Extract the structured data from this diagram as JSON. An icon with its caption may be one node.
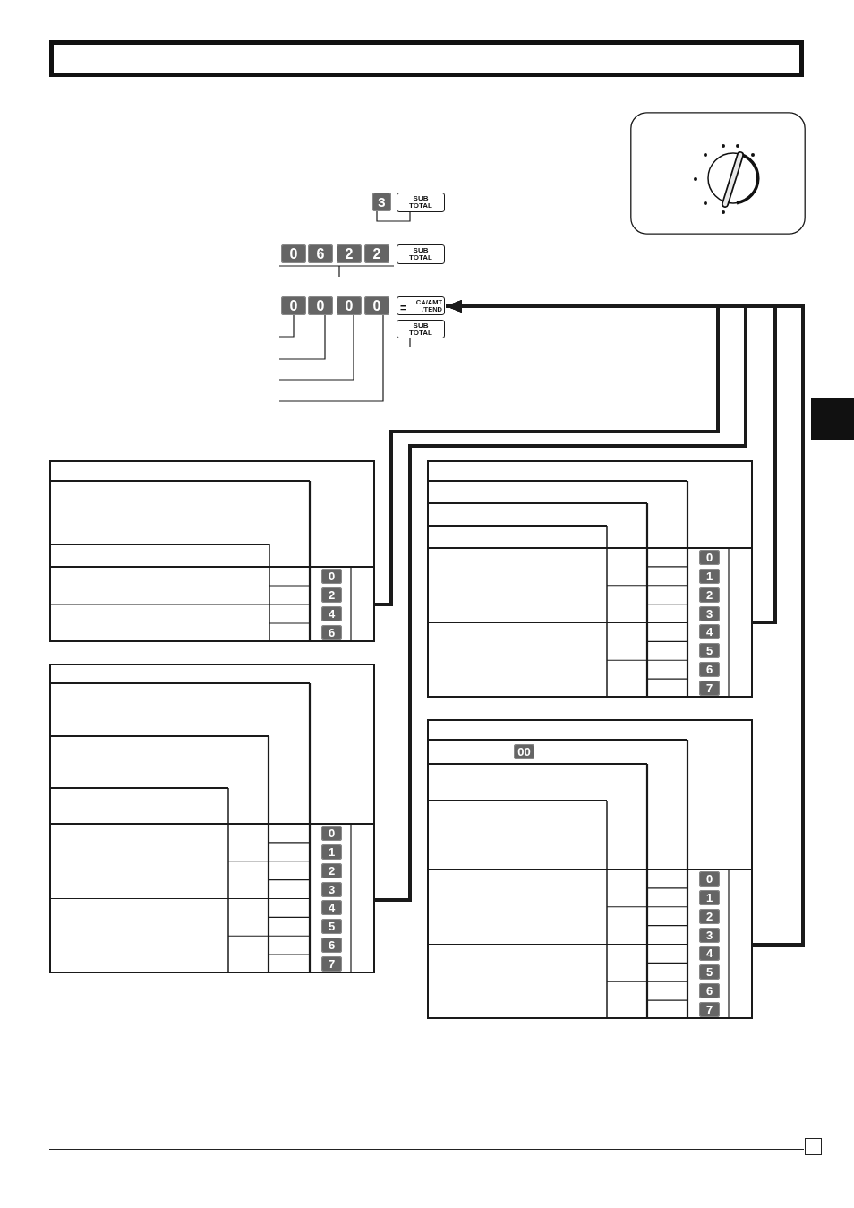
{
  "diagram": {
    "nodes": [
      {
        "text": [
          "3"
        ]
      },
      {
        "text": [
          "SUB TOTAL"
        ]
      },
      {
        "text": [
          "0"
        ]
      },
      {
        "text": [
          "6"
        ]
      },
      {
        "text": [
          "2"
        ]
      },
      {
        "text": [
          "2"
        ]
      },
      {
        "text": [
          "SUB TOTAL"
        ]
      },
      {
        "text": [
          "0"
        ]
      },
      {
        "text": [
          "0"
        ]
      },
      {
        "text": [
          "0"
        ]
      },
      {
        "text": [
          "0"
        ]
      },
      {
        "text": [
          "=",
          "CA/AMT /TEND"
        ]
      },
      {
        "text": [
          "SUB TOTAL"
        ]
      },
      {
        "text": [],
        "shape": "box"
      },
      {
        "text": [
          "0"
        ],
        "in": 13
      },
      {
        "text": [
          "2"
        ],
        "in": 13
      },
      {
        "text": [
          "4"
        ],
        "in": 13
      },
      {
        "text": [
          "6"
        ],
        "in": 13
      },
      {
        "text": [],
        "shape": "box"
      },
      {
        "text": [
          "0"
        ],
        "in": 18
      },
      {
        "text": [
          "1"
        ],
        "in": 18
      },
      {
        "text": [
          "2"
        ],
        "in": 18
      },
      {
        "text": [
          "3"
        ],
        "in": 18
      },
      {
        "text": [
          "4"
        ],
        "in": 18
      },
      {
        "text": [
          "5"
        ],
        "in": 18
      },
      {
        "text": [
          "6"
        ],
        "in": 18
      },
      {
        "text": [
          "7"
        ],
        "in": 18
      },
      {
        "text": [],
        "shape": "box"
      },
      {
        "text": [
          "0"
        ],
        "in": 27
      },
      {
        "text": [
          "1"
        ],
        "in": 27
      },
      {
        "text": [
          "2"
        ],
        "in": 27
      },
      {
        "text": [
          "3"
        ],
        "in": 27
      },
      {
        "text": [
          "4"
        ],
        "in": 27
      },
      {
        "text": [
          "5"
        ],
        "in": 27
      },
      {
        "text": [
          "6"
        ],
        "in": 27
      },
      {
        "text": [
          "7"
        ],
        "in": 27
      },
      {
        "text": [],
        "shape": "box"
      },
      {
        "text": [
          "00"
        ],
        "in": 36
      },
      {
        "text": [
          "0"
        ],
        "in": 36
      },
      {
        "text": [
          "1"
        ],
        "in": 36
      },
      {
        "text": [
          "2"
        ],
        "in": 36
      },
      {
        "text": [
          "3"
        ],
        "in": 36
      },
      {
        "text": [
          "4"
        ],
        "in": 36
      },
      {
        "text": [
          "5"
        ],
        "in": 36
      },
      {
        "text": [
          "6"
        ],
        "in": 36
      },
      {
        "text": [
          "7"
        ],
        "in": 36
      }
    ],
    "edges": [
      {
        "from": null,
        "to": 7,
        "arrow": "none"
      },
      {
        "from": null,
        "to": 8,
        "arrow": "none"
      },
      {
        "from": null,
        "to": 9,
        "arrow": "none"
      },
      {
        "from": null,
        "to": 10,
        "arrow": "none"
      },
      {
        "from": null,
        "to": 12,
        "arrow": "none"
      },
      {
        "from": 13,
        "to": 11,
        "arrow": "to",
        "style": "thick"
      },
      {
        "from": 18,
        "to": 11,
        "arrow": "to",
        "style": "thick"
      },
      {
        "from": 27,
        "to": 11,
        "arrow": "to",
        "style": "thick"
      },
      {
        "from": 36,
        "to": 11,
        "arrow": "to",
        "style": "thick"
      }
    ]
  }
}
